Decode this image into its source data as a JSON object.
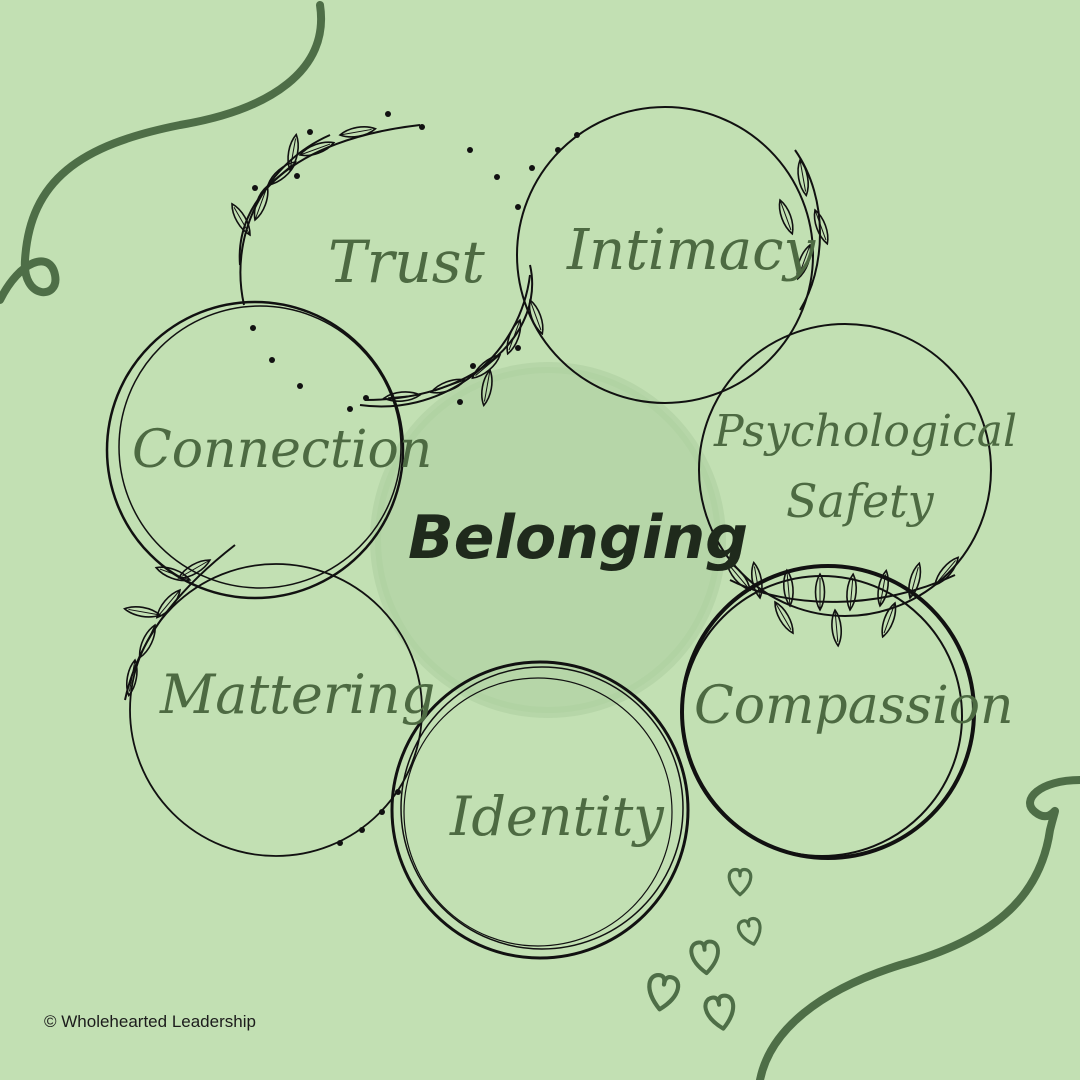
{
  "center": {
    "label": "Belonging"
  },
  "nodes": [
    {
      "id": "trust",
      "label": "Trust"
    },
    {
      "id": "intimacy",
      "label": "Intimacy"
    },
    {
      "id": "connection",
      "label": "Connection"
    },
    {
      "id": "psych1",
      "label": "Psychological"
    },
    {
      "id": "psych2",
      "label": "Safety"
    },
    {
      "id": "mattering",
      "label": "Mattering"
    },
    {
      "id": "compassion",
      "label": "Compassion"
    },
    {
      "id": "identity",
      "label": "Identity"
    }
  ],
  "footer": {
    "credit": "© Wholehearted Leadership"
  },
  "colors": {
    "background": "#c2e0b3",
    "label_text": "#4d6a42",
    "center_text": "#1f2a1c",
    "center_blob": "#b4d4a6",
    "swirl": "#4e6e47",
    "outline": "#111111"
  },
  "icons": [
    "leaf-sprig-icon",
    "heart-icon",
    "swirl-decoration",
    "dotted-line"
  ]
}
